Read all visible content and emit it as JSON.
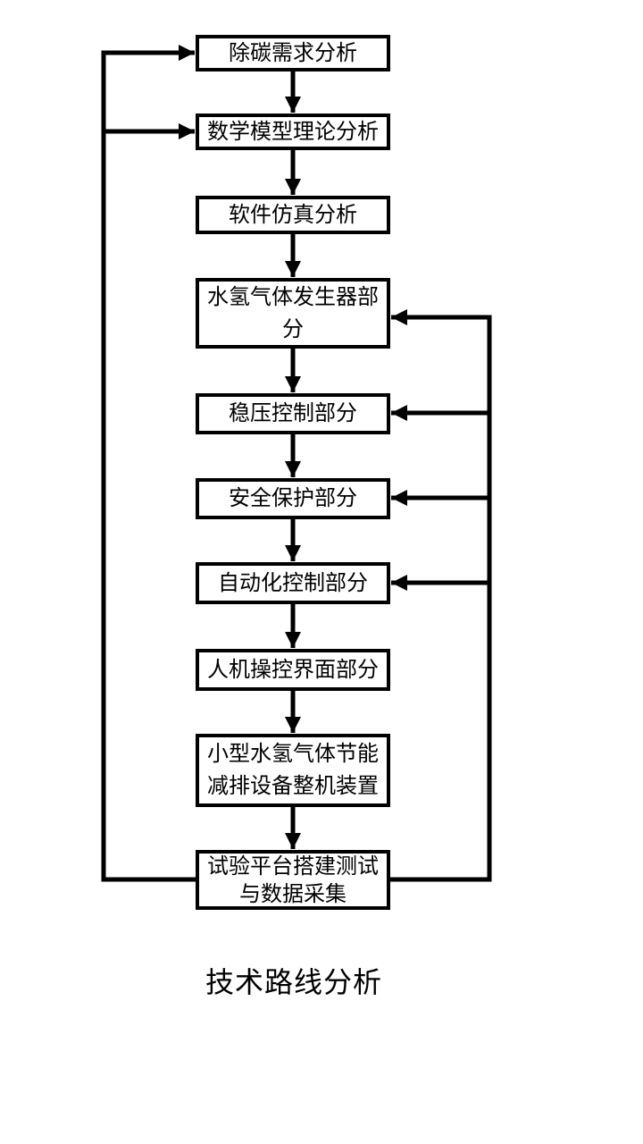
{
  "diagram": {
    "caption": "技术路线分析",
    "nodes": [
      {
        "id": "carbon-removal-demand",
        "label": "除碳需求分析"
      },
      {
        "id": "math-model-theory",
        "label": "数学模型理论分析"
      },
      {
        "id": "software-simulation",
        "label": "软件仿真分析"
      },
      {
        "id": "water-hydrogen-generator",
        "label": "水氢气体发生器部分"
      },
      {
        "id": "pressure-control",
        "label": "稳压控制部分"
      },
      {
        "id": "safety-protection",
        "label": "安全保护部分"
      },
      {
        "id": "automation-control",
        "label": "自动化控制部分"
      },
      {
        "id": "hmi-interface",
        "label": "人机操控界面部分"
      },
      {
        "id": "complete-device",
        "label": "小型水氢气体节能减排设备整机装置"
      },
      {
        "id": "test-platform-data",
        "label": "试验平台搭建测试与数据采集"
      }
    ],
    "flow": {
      "main_sequence": "top-to-bottom",
      "left_feedback_targets": [
        "除碳需求分析",
        "数学模型理论分析"
      ],
      "right_feedback_targets": [
        "水氢气体发生器部分",
        "稳压控制部分",
        "安全保护部分",
        "自动化控制部分"
      ],
      "feedback_source": "试验平台搭建测试与数据采集"
    },
    "colors": {
      "background": "#ffffff",
      "line": "#000000",
      "box_border": "#000000",
      "text": "#000000"
    }
  }
}
